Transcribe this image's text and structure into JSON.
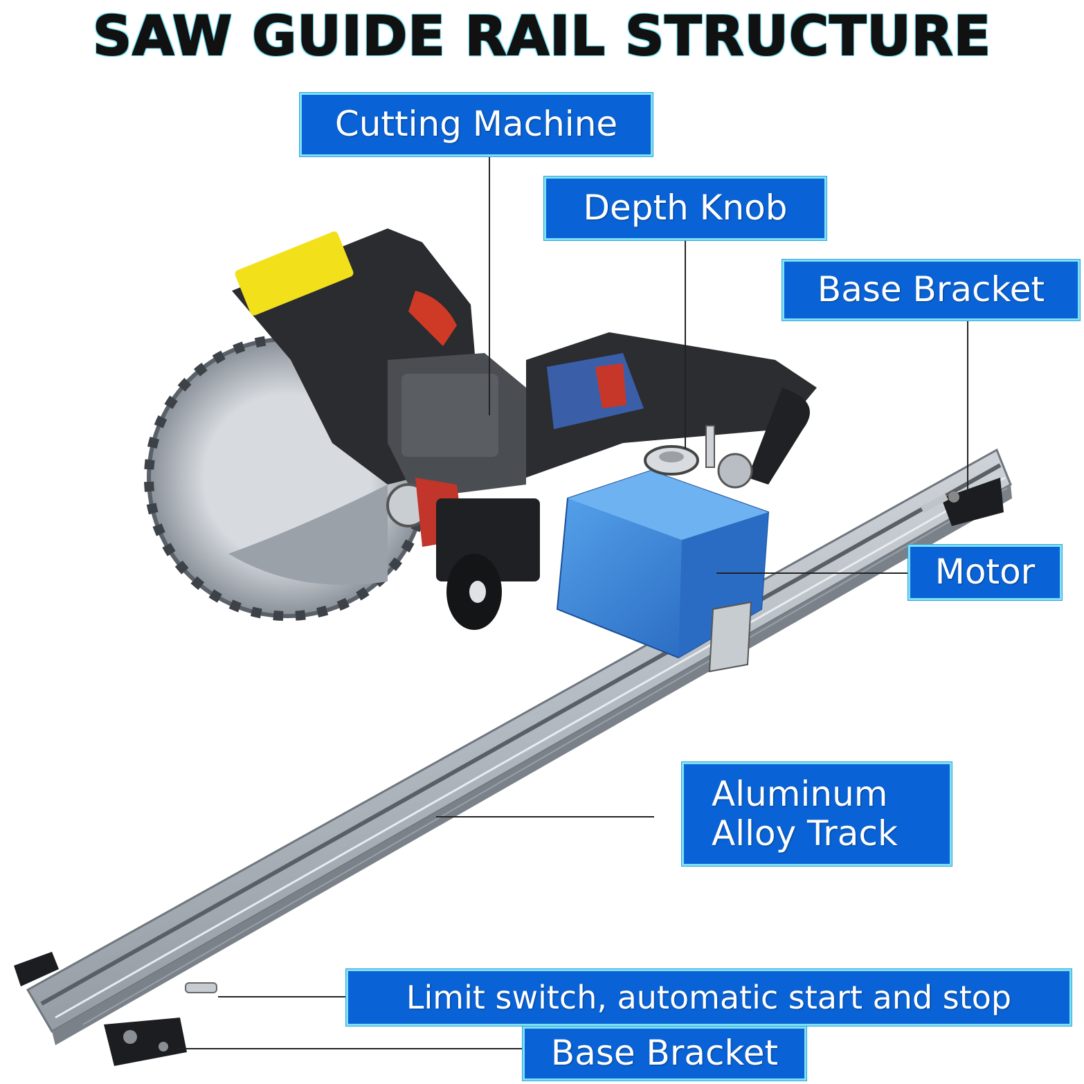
{
  "title": "SAW GUIDE RAIL STRUCTURE",
  "labels": {
    "cutting_machine": "Cutting Machine",
    "depth_knob": "Depth Knob",
    "base_bracket_top": "Base Bracket",
    "motor": "Motor",
    "track_line1": "Aluminum",
    "track_line2": "Alloy Track",
    "limit_switch": "Limit switch, automatic start and stop",
    "base_bracket_bottom": "Base Bracket"
  },
  "colors": {
    "label_bg": "#0a63d6",
    "label_border": "#7fe0f4",
    "motor_body": "#2f82d8",
    "rail": "#c9ced4"
  }
}
